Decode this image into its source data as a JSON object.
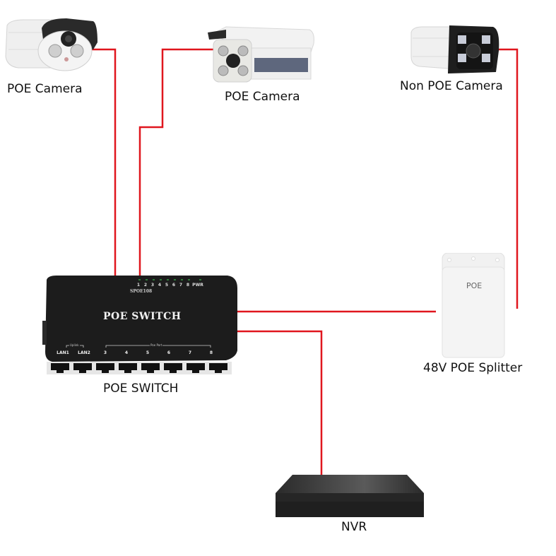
{
  "diagram": {
    "title": "",
    "colors": {
      "wire": "#e0161e",
      "switch_body": "#1a1a1a",
      "nvr_body": "#2b2b2b",
      "camera_body": "#f2f2f2",
      "splitter_body": "#f4f4f4"
    },
    "devices": {
      "poe_camera_1": {
        "label": "POE Camera",
        "icon": "bullet-camera-icon"
      },
      "poe_camera_2": {
        "label": "POE Camera",
        "icon": "bullet-camera-icon"
      },
      "non_poe_camera": {
        "label": "Non POE Camera",
        "icon": "bullet-camera-icon"
      },
      "poe_switch": {
        "label": "POE SWITCH",
        "face_title": "POE SWITCH",
        "model": "SPOE108",
        "led_labels": [
          "1",
          "2",
          "3",
          "4",
          "5",
          "6",
          "7",
          "8",
          "PWR"
        ],
        "uplink_caption": "Uplink",
        "poe_port_caption": "Poe Port",
        "port_labels": [
          "LAN1",
          "LAN2",
          "3",
          "4",
          "5",
          "6",
          "7",
          "8"
        ],
        "icon": "network-switch-icon"
      },
      "splitter": {
        "label": "48V POE Splitter",
        "face_text": "POE",
        "icon": "poe-splitter-icon"
      },
      "nvr": {
        "label": "NVR",
        "icon": "nvr-recorder-icon"
      }
    },
    "connections": [
      {
        "from": "poe_camera_1",
        "to": "poe_switch"
      },
      {
        "from": "poe_camera_2",
        "to": "poe_switch"
      },
      {
        "from": "poe_switch",
        "to": "splitter"
      },
      {
        "from": "splitter",
        "to": "non_poe_camera"
      },
      {
        "from": "poe_switch",
        "to": "nvr"
      }
    ]
  }
}
